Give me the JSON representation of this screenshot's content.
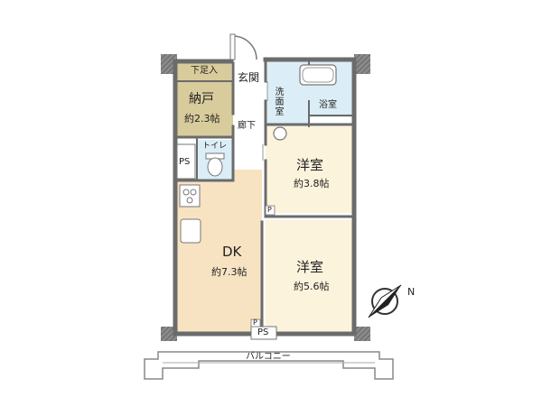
{
  "rooms": {
    "storage": {
      "name": "納戸",
      "area": "約2.3帖"
    },
    "shoe_closet": {
      "name": "下足入"
    },
    "entrance": {
      "name": "玄関"
    },
    "washroom": {
      "name": "洗面室"
    },
    "bath": {
      "name": "浴室"
    },
    "hallway": {
      "name": "廊下"
    },
    "toilet": {
      "name": "トイレ"
    },
    "ps_left": {
      "name": "PS"
    },
    "western_1": {
      "name": "洋室",
      "area": "約3.8帖"
    },
    "western_2": {
      "name": "洋室",
      "area": "約5.6帖"
    },
    "dk": {
      "name": "DK",
      "area": "約7.3帖"
    },
    "ps_bottom": {
      "name": "PS"
    },
    "balcony": {
      "name": "バルコニー"
    }
  },
  "markers": {
    "pillar_1": "P",
    "pillar_2": "P"
  },
  "compass": {
    "label": "N"
  },
  "colors": {
    "wall": "#6b6b6b",
    "wet_area": "#dbeef7",
    "storage": "#d8cc9c",
    "western": "#fcf3dc",
    "dk": "#f7e3c2",
    "hallway": "#ffffff"
  }
}
